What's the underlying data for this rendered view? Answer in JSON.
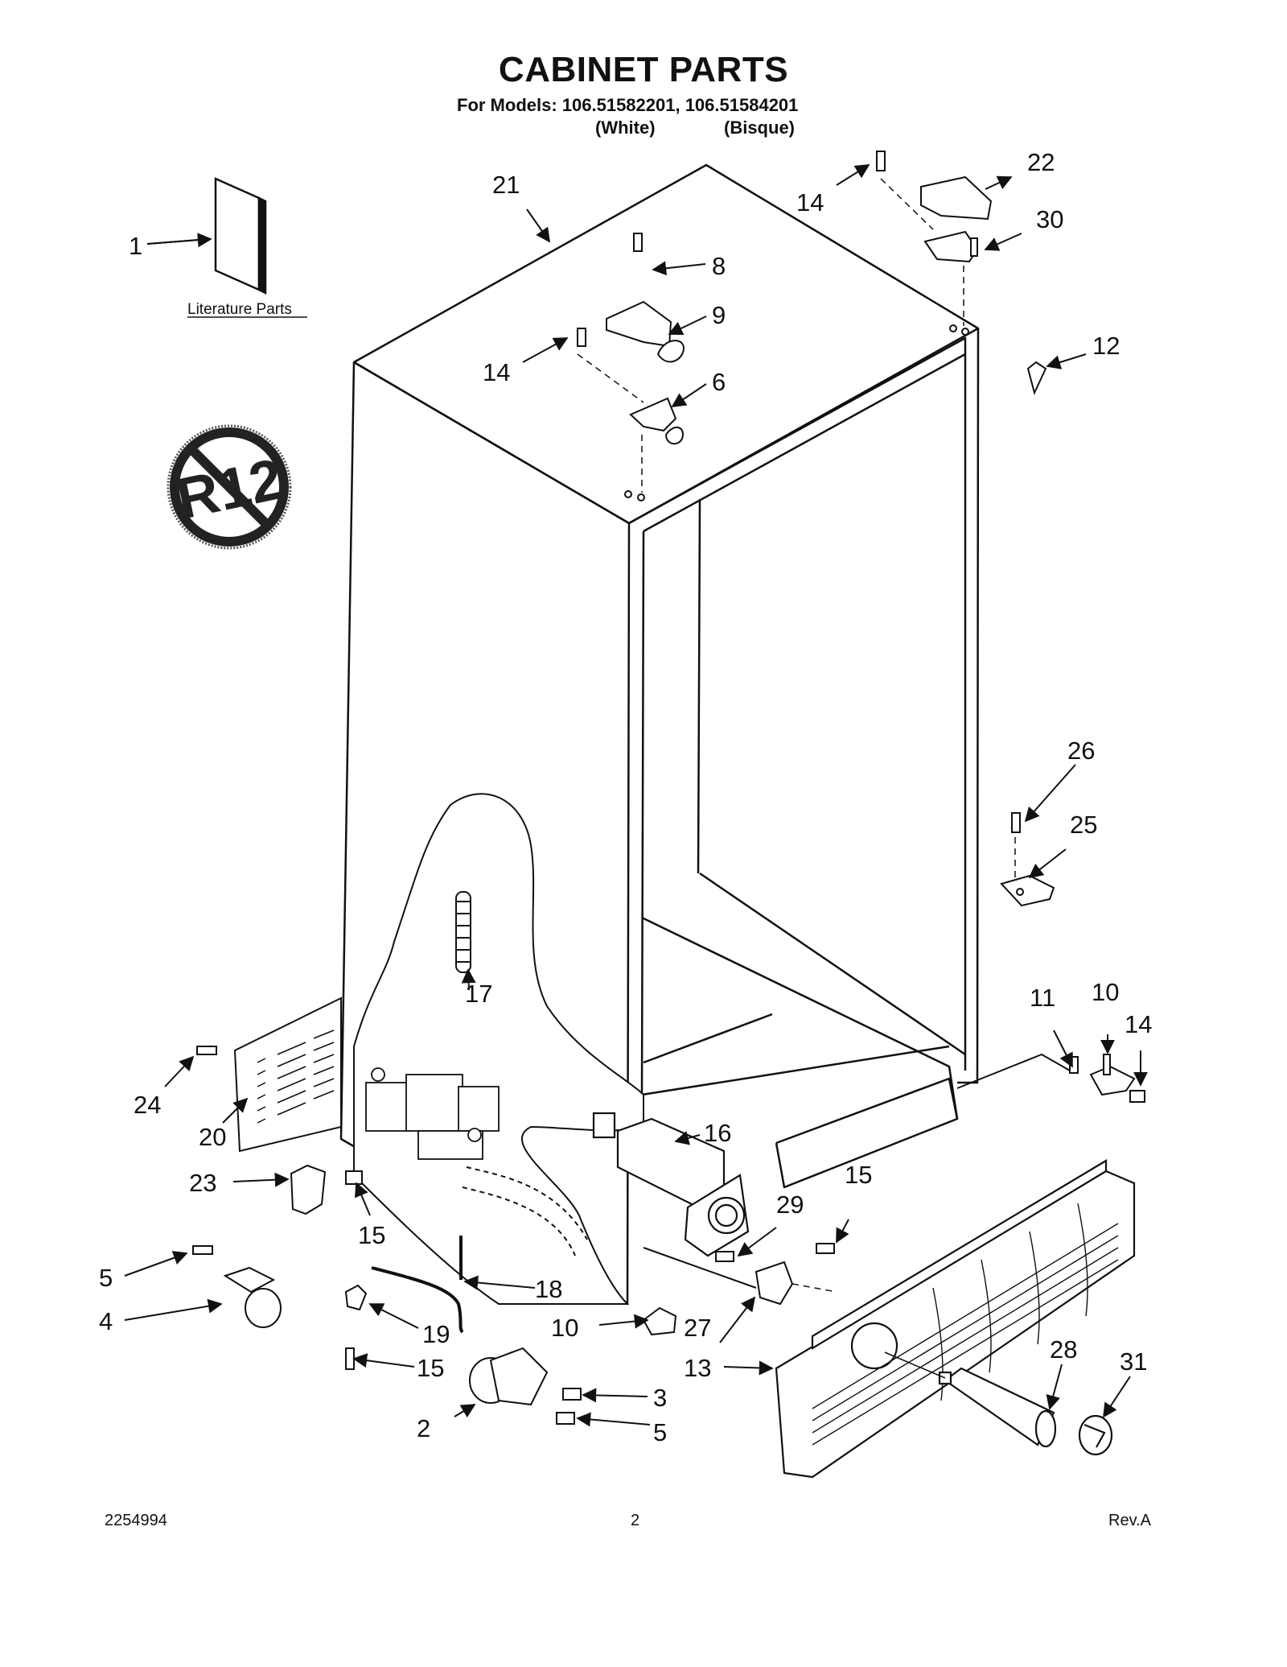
{
  "header": {
    "title": "CABINET PARTS",
    "models_line": "For Models: 106.51582201, 106.51584201",
    "variant_1": "(White)",
    "variant_2": "(Bisque)"
  },
  "literature_label": "Literature Parts",
  "no_r12_badge": "R12",
  "callouts": {
    "c1": "1",
    "c2": "2",
    "c3": "3",
    "c4": "4",
    "c5a": "5",
    "c5b": "5",
    "c6": "6",
    "c8": "8",
    "c9": "9",
    "c10a": "10",
    "c10b": "10",
    "c11": "11",
    "c12": "12",
    "c13": "13",
    "c14a": "14",
    "c14b": "14",
    "c14c": "14",
    "c15a": "15",
    "c15b": "15",
    "c15c": "15",
    "c16": "16",
    "c17": "17",
    "c18": "18",
    "c19": "19",
    "c20": "20",
    "c21": "21",
    "c22": "22",
    "c23": "23",
    "c24": "24",
    "c25": "25",
    "c26": "26",
    "c27": "27",
    "c28": "28",
    "c29": "29",
    "c30": "30",
    "c31": "31"
  },
  "footer": {
    "doc_number": "2254994",
    "page_number": "2",
    "revision": "Rev.A"
  }
}
